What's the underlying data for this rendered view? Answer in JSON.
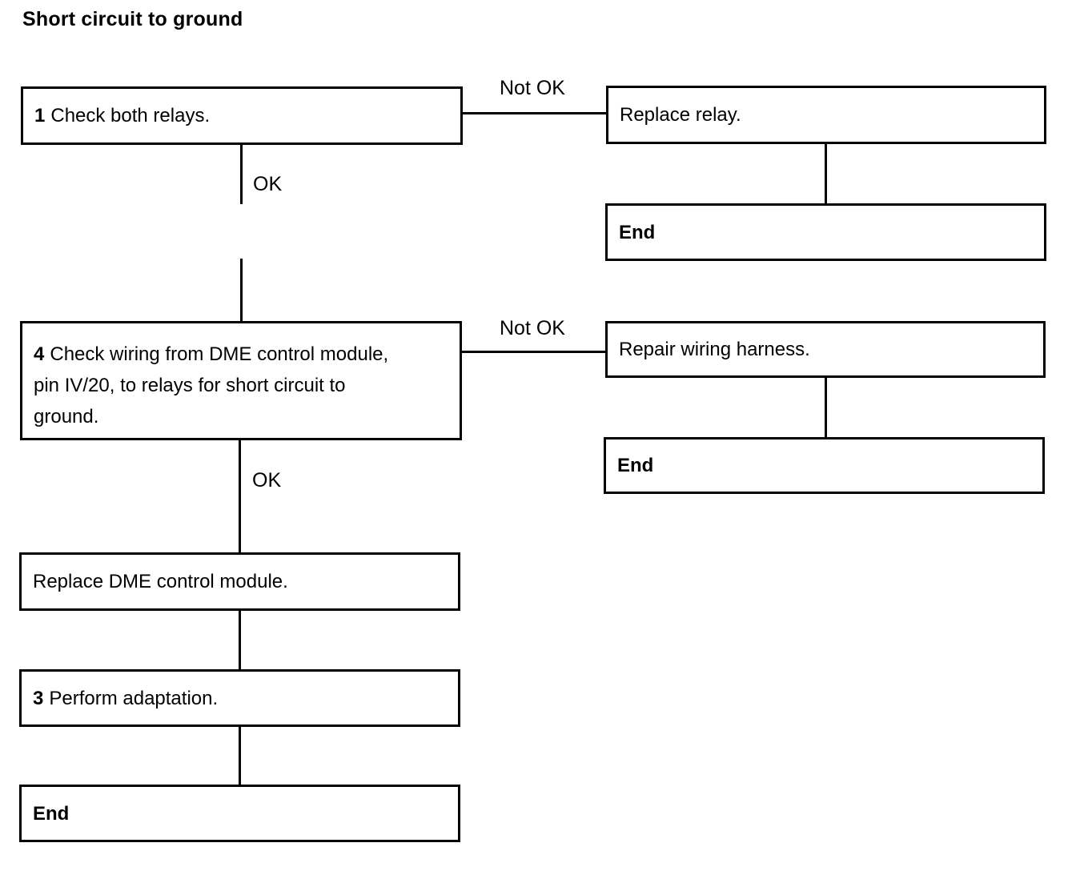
{
  "title": "Short circuit to ground",
  "steps": {
    "check_relays": {
      "num": "1",
      "text": "Check both relays."
    },
    "replace_relay": {
      "text": "Replace relay."
    },
    "end1": {
      "text": "End"
    },
    "check_wiring": {
      "num": "4",
      "text": "Check wiring from DME control module, pin IV/20, to relays for short circuit to ground."
    },
    "repair_wiring": {
      "text": "Repair wiring harness."
    },
    "end2": {
      "text": "End"
    },
    "replace_dme": {
      "text": "Replace DME control module."
    },
    "perform_adaptation": {
      "num": "3",
      "text": "Perform adaptation."
    },
    "end3": {
      "text": "End"
    }
  },
  "labels": {
    "not_ok_1": "Not OK",
    "ok_1": "OK",
    "not_ok_2": "Not OK",
    "ok_2": "OK"
  }
}
